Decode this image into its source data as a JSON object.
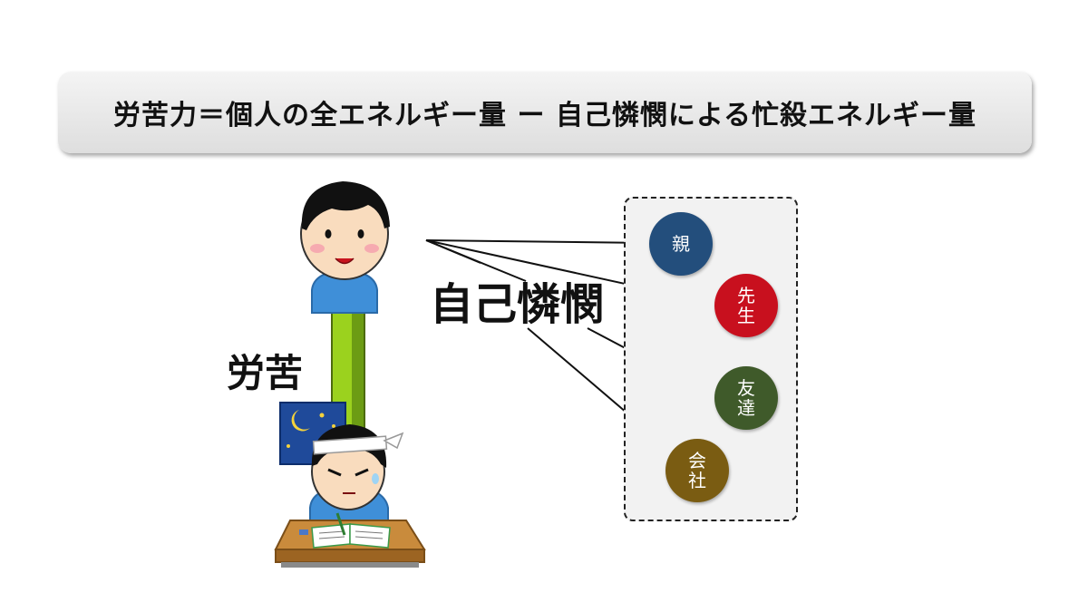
{
  "formula": {
    "text": "労苦力＝個人の全エネルギー量 ー 自己憐憫による忙殺エネルギー量"
  },
  "labels": {
    "self_pity": "自己憐憫",
    "hardship": "労苦"
  },
  "targets": [
    {
      "id": "parent",
      "label": "親",
      "color": "#234e7c"
    },
    {
      "id": "teacher",
      "label": "先生",
      "color": "#c8101e"
    },
    {
      "id": "friend",
      "label": "友達",
      "color": "#3f5a2a"
    },
    {
      "id": "company",
      "label": "会社",
      "color": "#7a5c12"
    }
  ],
  "icons": {
    "top": "smiling-boy-icon",
    "bottom": "studying-boy-icon",
    "night": "moon-stars-icon"
  }
}
